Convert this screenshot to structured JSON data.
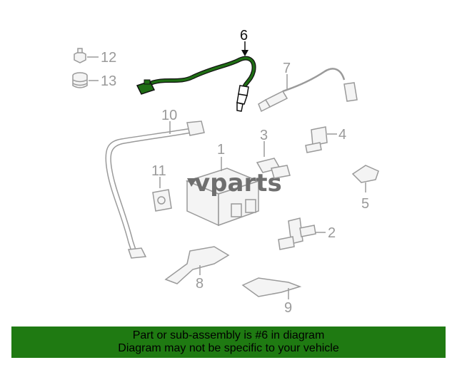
{
  "diagram": {
    "highlight_color": "#1f6e14",
    "part_color": "#9a9a9a",
    "highlighted_part": "6",
    "callouts": [
      "1",
      "2",
      "3",
      "4",
      "5",
      "6",
      "7",
      "8",
      "9",
      "10",
      "11",
      "12",
      "13"
    ],
    "watermark": "vparts"
  },
  "banner": {
    "line1": "Part or sub-assembly is #6 in diagram",
    "line2": "Diagram may not be specific to your vehicle",
    "background": "#1f7a12"
  }
}
